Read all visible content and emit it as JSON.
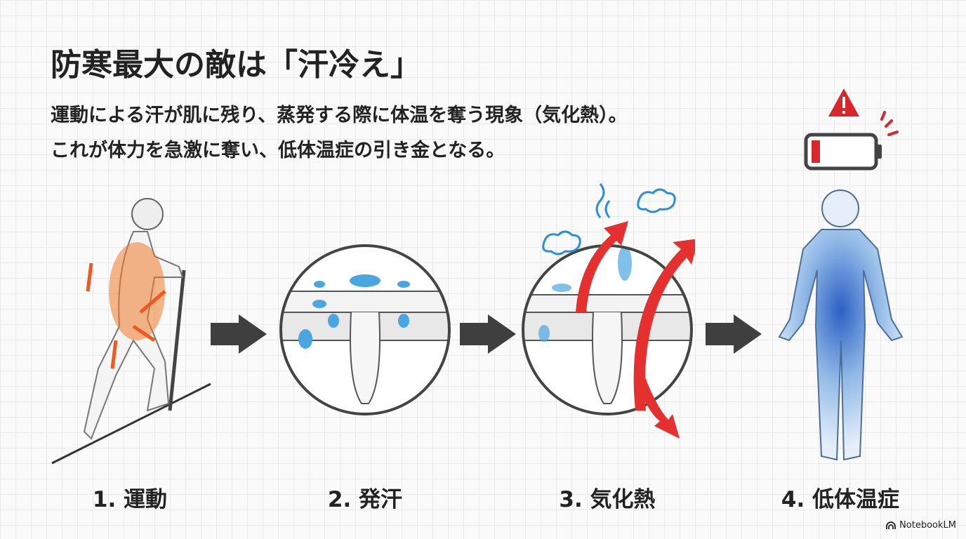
{
  "title": "防寒最大の敵は「汗冷え」",
  "subtitle": [
    "運動による汗が肌に残り、蒸発する際に体温を奪う現象（気化熱）。",
    "これが体力を急激に奪い、低体温症の引き金となる。"
  ],
  "steps": [
    {
      "label": "1. 運動"
    },
    {
      "label": "2. 発汗"
    },
    {
      "label": "3. 気化熱"
    },
    {
      "label": "4. 低体温症"
    }
  ],
  "watermark": "NotebookLM",
  "colors": {
    "arrow": "#3f3f3f",
    "heat": "#f07a2a",
    "sweat": "#4aa6e0",
    "evap": "#e53030",
    "cold": "#2c5fc4",
    "battery": "#d9262b"
  }
}
